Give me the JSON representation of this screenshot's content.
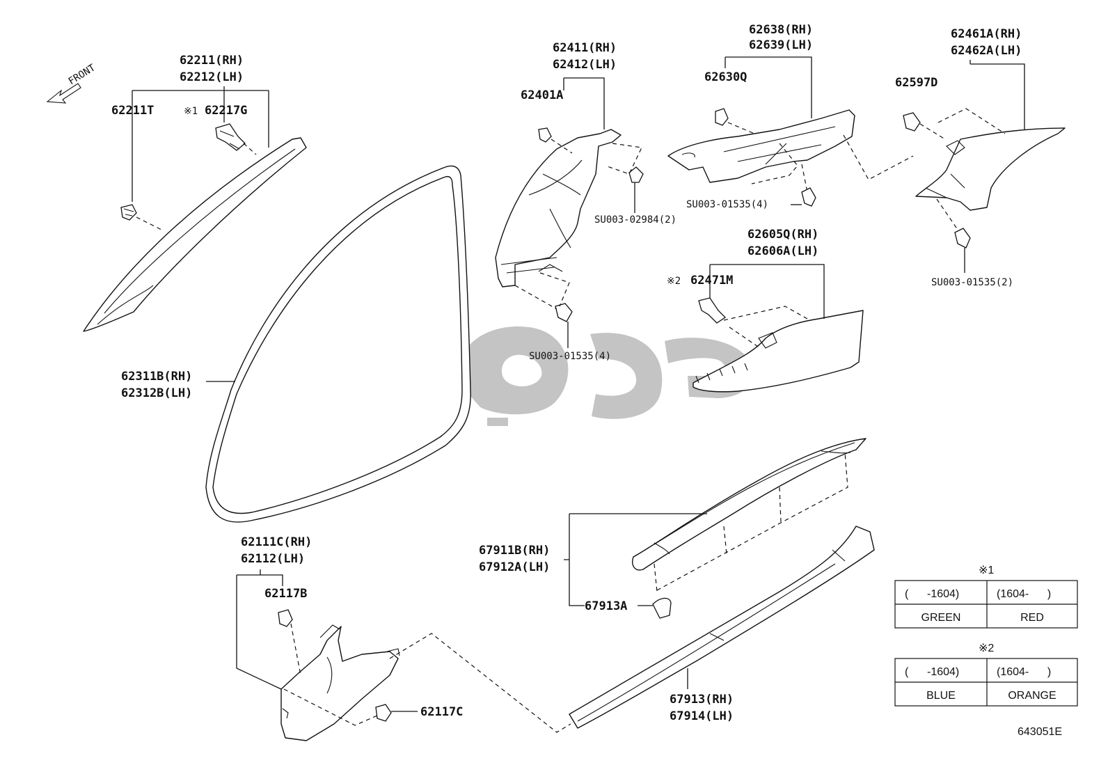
{
  "front_label": "FRONT",
  "figure_id": "643051E",
  "callouts": {
    "c62211": [
      "62211(RH)",
      "62212(LH)"
    ],
    "c62211T": [
      "62211T"
    ],
    "c62217G": [
      "62217G"
    ],
    "c62217G_mark": [
      "※1"
    ],
    "c62311B": [
      "62311B(RH)",
      "62312B(LH)"
    ],
    "c62411": [
      "62411(RH)",
      "62412(LH)"
    ],
    "c62401A": [
      "62401A"
    ],
    "cSU02984": [
      "SU003-02984(2)"
    ],
    "cSU01535a": [
      "SU003-01535(4)"
    ],
    "c62638": [
      "62638(RH)",
      "62639(LH)"
    ],
    "c62630Q": [
      "62630Q"
    ],
    "cSU01535b": [
      "SU003-01535(4)"
    ],
    "c62461A": [
      "62461A(RH)",
      "62462A(LH)"
    ],
    "c62597D": [
      "62597D"
    ],
    "cSU01535c": [
      "SU003-01535(2)"
    ],
    "c62605Q": [
      "62605Q(RH)",
      "62606A(LH)"
    ],
    "c62471M": [
      "62471M"
    ],
    "c62471M_mark": [
      "※2"
    ],
    "c62111C": [
      "62111C(RH)",
      "62112(LH)"
    ],
    "c62117B": [
      "62117B"
    ],
    "c62117C": [
      "62117C"
    ],
    "c67911B": [
      "67911B(RH)",
      "67912A(LH)"
    ],
    "c67913A": [
      "67913A"
    ],
    "c67913": [
      "67913(RH)",
      "67914(LH)"
    ]
  },
  "color_tables": [
    {
      "mark": "※1",
      "headers": [
        "(      -1604)",
        "(1604-      )"
      ],
      "values": [
        "GREEN",
        "RED"
      ]
    },
    {
      "mark": "※2",
      "headers": [
        "(      -1604)",
        "(1604-      )"
      ],
      "values": [
        "BLUE",
        "ORANGE"
      ]
    }
  ]
}
